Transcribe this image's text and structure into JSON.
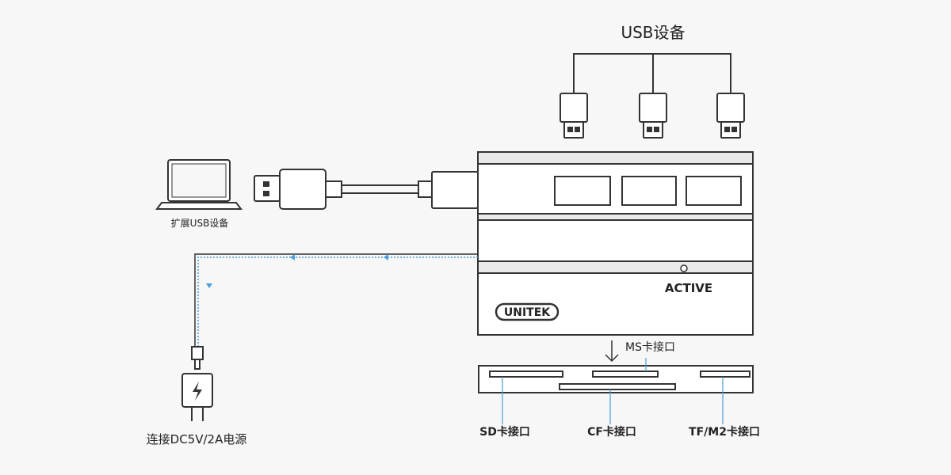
{
  "top_label": "USB设备",
  "laptop_label": "扩展USB设备",
  "power_label": "连接DC5V/2A电源",
  "hub": {
    "brand": "UNITEK",
    "indicator": "ACTIVE"
  },
  "card_slots": {
    "ms": "MS卡接口",
    "sd": "SD卡接口",
    "cf": "CF卡接口",
    "tf": "TF/M2卡接口"
  },
  "colors": {
    "line": "#333333",
    "power_flow": "#4a9fd8"
  },
  "icons": [
    "laptop-icon",
    "usb-plug-icon",
    "power-adapter-icon",
    "lightning-icon"
  ]
}
